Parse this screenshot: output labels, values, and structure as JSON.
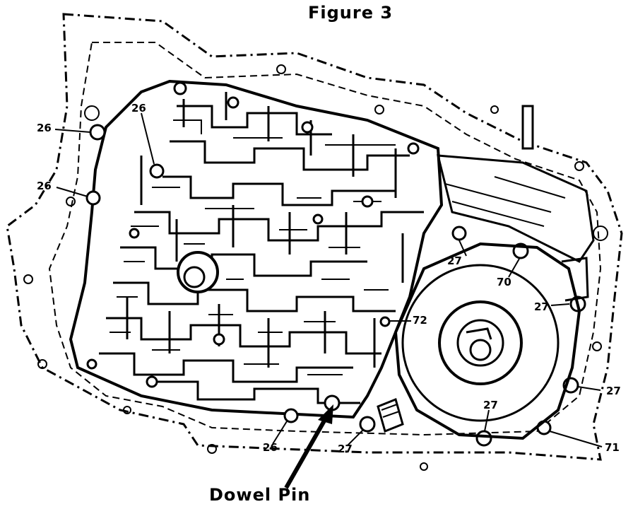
{
  "figure": {
    "title": "Figure 3"
  },
  "callouts": {
    "c26_top_left": "26",
    "c26_upper": "26",
    "c26_mid_left": "26",
    "c27_right_upper": "27",
    "c70": "70",
    "c27_right": "27",
    "c72": "72",
    "c27_far_right": "27",
    "c27_lower_mid": "27",
    "c26_bottom": "26",
    "c27_bottom": "27",
    "c71": "71"
  },
  "caption": {
    "text": "Dowel Pin"
  }
}
